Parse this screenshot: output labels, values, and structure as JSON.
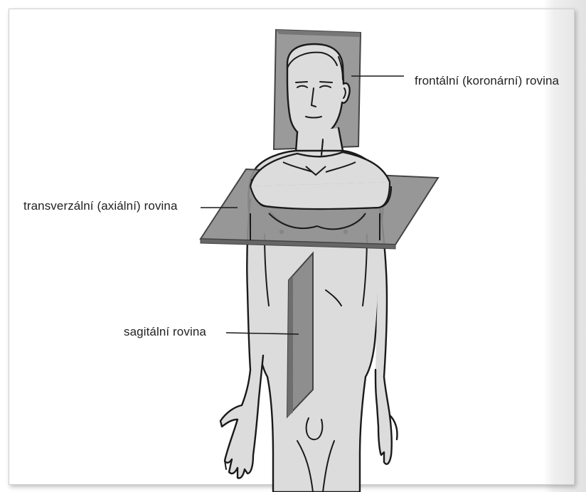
{
  "labels": {
    "frontal": "frontální (koronární) rovina",
    "transverse": "transverzální (axiální) rovina",
    "sagittal": "sagitální rovina"
  },
  "colors": {
    "plane_fill": "#8e8e8e",
    "plane_edge": "#555555",
    "body_fill": "#dcdcdc",
    "outline": "#1a1a1a",
    "background": "#ffffff"
  }
}
